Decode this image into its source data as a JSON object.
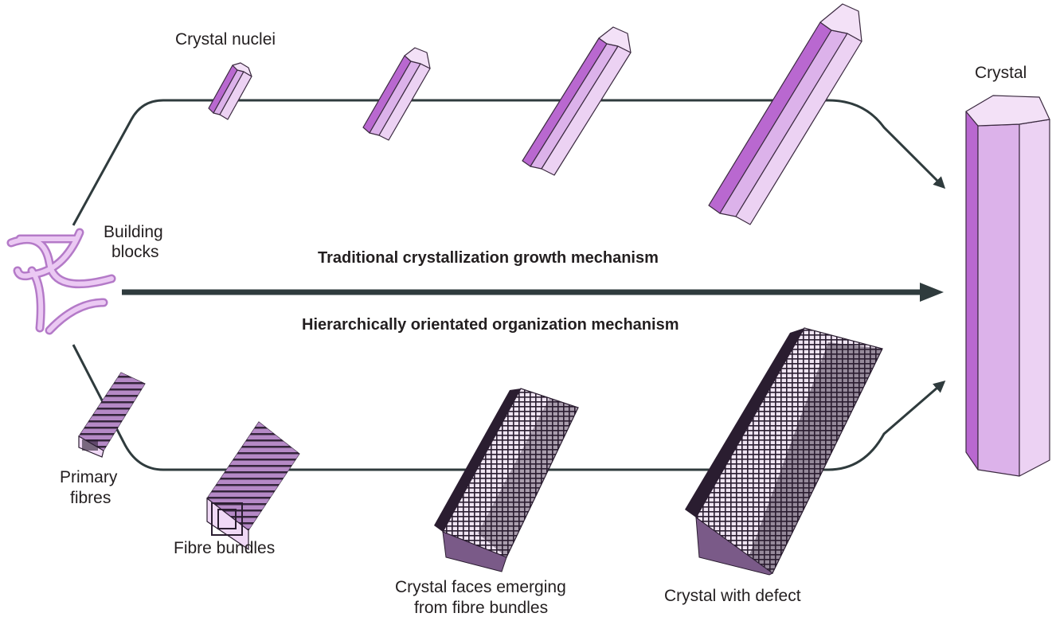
{
  "labels": {
    "crystal_nuclei": "Crystal nuclei",
    "crystal": "Crystal",
    "building_blocks_line1": "Building",
    "building_blocks_line2": "blocks",
    "traditional": "Traditional crystallization growth mechanism",
    "hierarchical": "Hierarchically orientated organization mechanism",
    "primary_fibres_line1": "Primary",
    "primary_fibres_line2": "fibres",
    "fibre_bundles": "Fibre bundles",
    "crystal_faces_line1": "Crystal faces emerging",
    "crystal_faces_line2": "from fibre bundles",
    "crystal_defect": "Crystal with defect"
  },
  "colors": {
    "line": "#2f3b3d",
    "crystal_top": "#f3e1f7",
    "crystal_dark": "#b968d0",
    "crystal_mid": "#dcb2ea",
    "crystal_light": "#ecd2f3",
    "fibre_dark": "#2a1d30",
    "fibre_purple": "#9c6fae"
  }
}
